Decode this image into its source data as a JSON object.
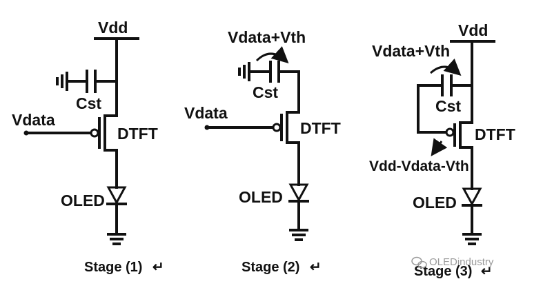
{
  "watermark": "OLEDindustry",
  "return_mark": "↵",
  "stages": [
    {
      "title": "Stage (1)",
      "labels": {
        "vdd": "Vdd",
        "cst": "Cst",
        "vdata": "Vdata",
        "dtft": "DTFT",
        "oled": "OLED"
      }
    },
    {
      "title": "Stage (2)",
      "labels": {
        "top": "Vdata+Vth",
        "cst": "Cst",
        "vdata": "Vdata",
        "dtft": "DTFT",
        "oled": "OLED"
      }
    },
    {
      "title": "Stage (3)",
      "labels": {
        "vdd": "Vdd",
        "top": "Vdata+Vth",
        "cst": "Cst",
        "dtft": "DTFT",
        "gate_note": "Vdd-Vdata-Vth",
        "oled": "OLED"
      }
    }
  ]
}
